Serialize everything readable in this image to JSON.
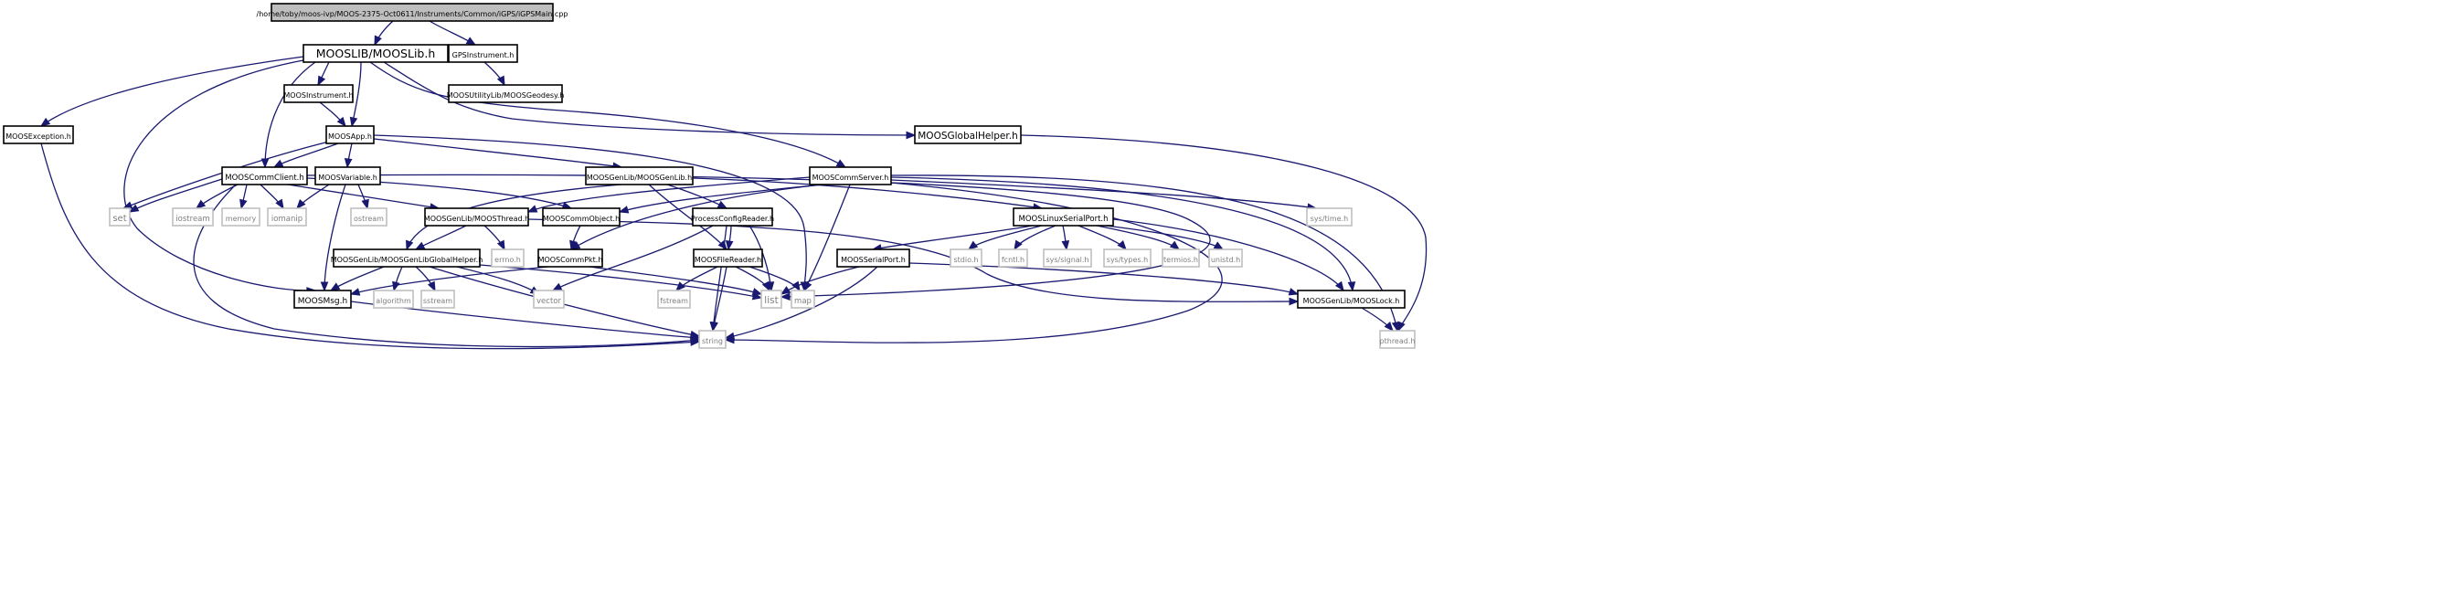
{
  "diagram": {
    "title": "/home/toby/moos-ivp/MOOS-2375-Oct0611/Instruments/Common/iGPS/iGPSMain.cpp",
    "colors": {
      "edge": "#191970",
      "node_border": "#000000",
      "sys_border": "#bfbfbf",
      "root_fill": "#bfbfbf",
      "sys_text": "#7f7f7f"
    },
    "nodes": {
      "root": "/home/toby/moos-ivp/MOOS-2375-Oct0611/Instruments/Common/iGPS/iGPSMain.cpp",
      "mooslib": "MOOSLIB/MOOSLib.h",
      "gpsinstrument": "GPSInstrument.h",
      "moosinstrument": "MOOSInstrument.h",
      "moosgeodesy": "MOOSUtilityLib/MOOSGeodesy.h",
      "moosexception": "MOOSException.h",
      "moosapp": "MOOSApp.h",
      "moosglobalhelper": "MOOSGlobalHelper.h",
      "mooscommclient": "MOOSCommClient.h",
      "moosvariable": "MOOSVariable.h",
      "moosgenlib": "MOOSGenLib/MOOSGenLib.h",
      "mooscommserver": "MOOSCommServer.h",
      "set": "set",
      "iostream": "iostream",
      "memory": "memory",
      "iomanip": "iomanip",
      "ostream": "ostream",
      "moosthread": "MOOSGenLib/MOOSThread.h",
      "mooscommobject": "MOOSCommObject.h",
      "processconfigreader": "ProcessConfigReader.h",
      "mooslinuxserialport": "MOOSLinuxSerialPort.h",
      "systime": "sys/time.h",
      "moosgenlibglobalhelper": "MOOSGenLib/MOOSGenLibGlobalHelper.h",
      "errno": "errno.h",
      "mooscommpkt": "MOOSCommPkt.h",
      "moosfilereader": "MOOSFileReader.h",
      "stdio": "stdio.h",
      "fcntl": "fcntl.h",
      "syssignal": "sys/signal.h",
      "systypes": "sys/types.h",
      "termios": "termios.h",
      "unistd": "unistd.h",
      "moosserialport": "MOOSSerialPort.h",
      "moosmsg": "MOOSMsg.h",
      "algorithm": "algorithm",
      "sstream": "sstream",
      "vector": "vector",
      "fstream": "fstream",
      "list": "list",
      "map": "map",
      "mooslock": "MOOSGenLib/MOOSLock.h",
      "string": "string",
      "pthread": "pthread.h"
    }
  }
}
